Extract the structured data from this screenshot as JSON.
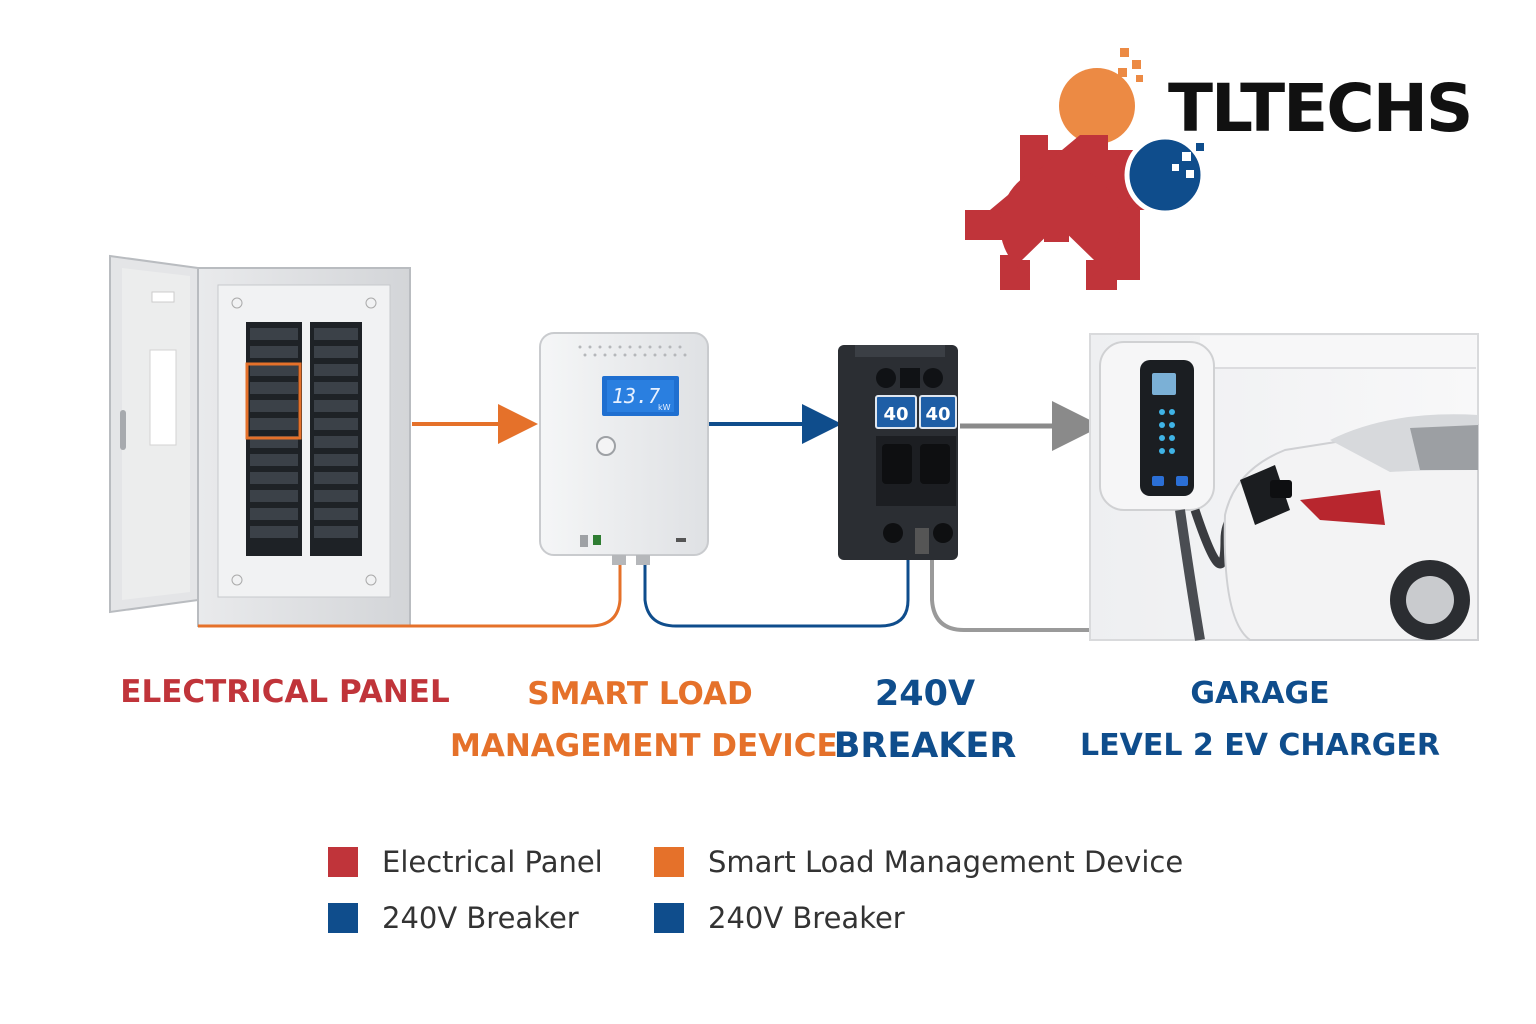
{
  "colors": {
    "red": "#c0343a",
    "orange": "#e5712a",
    "blue": "#0f4d8c",
    "gray": "#8a8a8a",
    "logo_orange": "#ec8a44",
    "logo_blue": "#0f4d8c",
    "logo_red": "#c0343a"
  },
  "logo": {
    "text": "TLTECHS"
  },
  "breaker": {
    "left_rating": "40",
    "right_rating": "40"
  },
  "smart_device": {
    "display_value": "13.7",
    "display_unit": "kW"
  },
  "components": [
    {
      "lines": [
        "ELECTRICAL PANEL"
      ],
      "color": "#c0343a"
    },
    {
      "lines": [
        "SMART LOAD",
        "MANAGEMENT DEVICE"
      ],
      "color": "#e5712a"
    },
    {
      "lines": [
        "240V",
        "BREAKER"
      ],
      "color": "#0f4d8c"
    },
    {
      "lines": [
        "GARAGE",
        "LEVEL 2 EV CHARGER"
      ],
      "color": "#0f4d8c"
    }
  ],
  "legend": [
    {
      "label": "Electrical Panel",
      "color": "#c0343a"
    },
    {
      "label": "Smart Load Management Device",
      "color": "#e5712a"
    },
    {
      "label": "240V Breaker",
      "color": "#0f4d8c"
    },
    {
      "label": "240V Breaker",
      "color": "#0f4d8c"
    }
  ]
}
